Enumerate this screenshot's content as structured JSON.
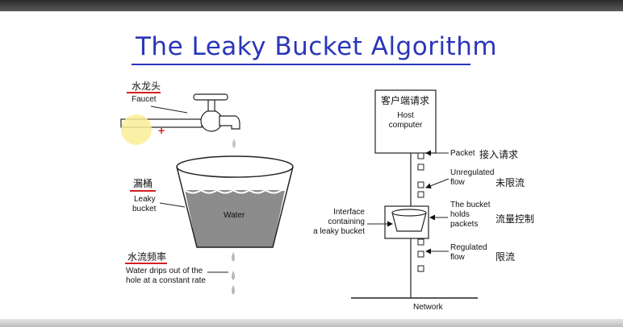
{
  "title": "The Leaky Bucket Algorithm",
  "left": {
    "faucet_zh": "水龙头",
    "faucet_en": "Faucet",
    "bucket_zh": "漏桶",
    "bucket_en_1": "Leaky",
    "bucket_en_2": "bucket",
    "water": "Water",
    "rate_zh": "水流频率",
    "rate_en_1": "Water drips out of the",
    "rate_en_2": "hole at a constant rate"
  },
  "right": {
    "host_zh": "客户端请求",
    "host_en_1": "Host",
    "host_en_2": "computer",
    "packet_en": "Packet",
    "packet_zh": "接入请求",
    "unreg_en_1": "Unregulated",
    "unreg_en_2": "flow",
    "unreg_zh": "未限流",
    "iface_1": "Interface",
    "iface_2": "containing",
    "iface_3": "a leaky bucket",
    "holds_1": "The bucket",
    "holds_2": "holds",
    "holds_3": "packets",
    "holds_zh": "流量控制",
    "reg_en_1": "Regulated",
    "reg_en_2": "flow",
    "reg_zh": "限流",
    "network": "Network"
  },
  "colors": {
    "title": "#2a36b8",
    "underline_red": "#d32020",
    "water": "#8c8c8c"
  }
}
